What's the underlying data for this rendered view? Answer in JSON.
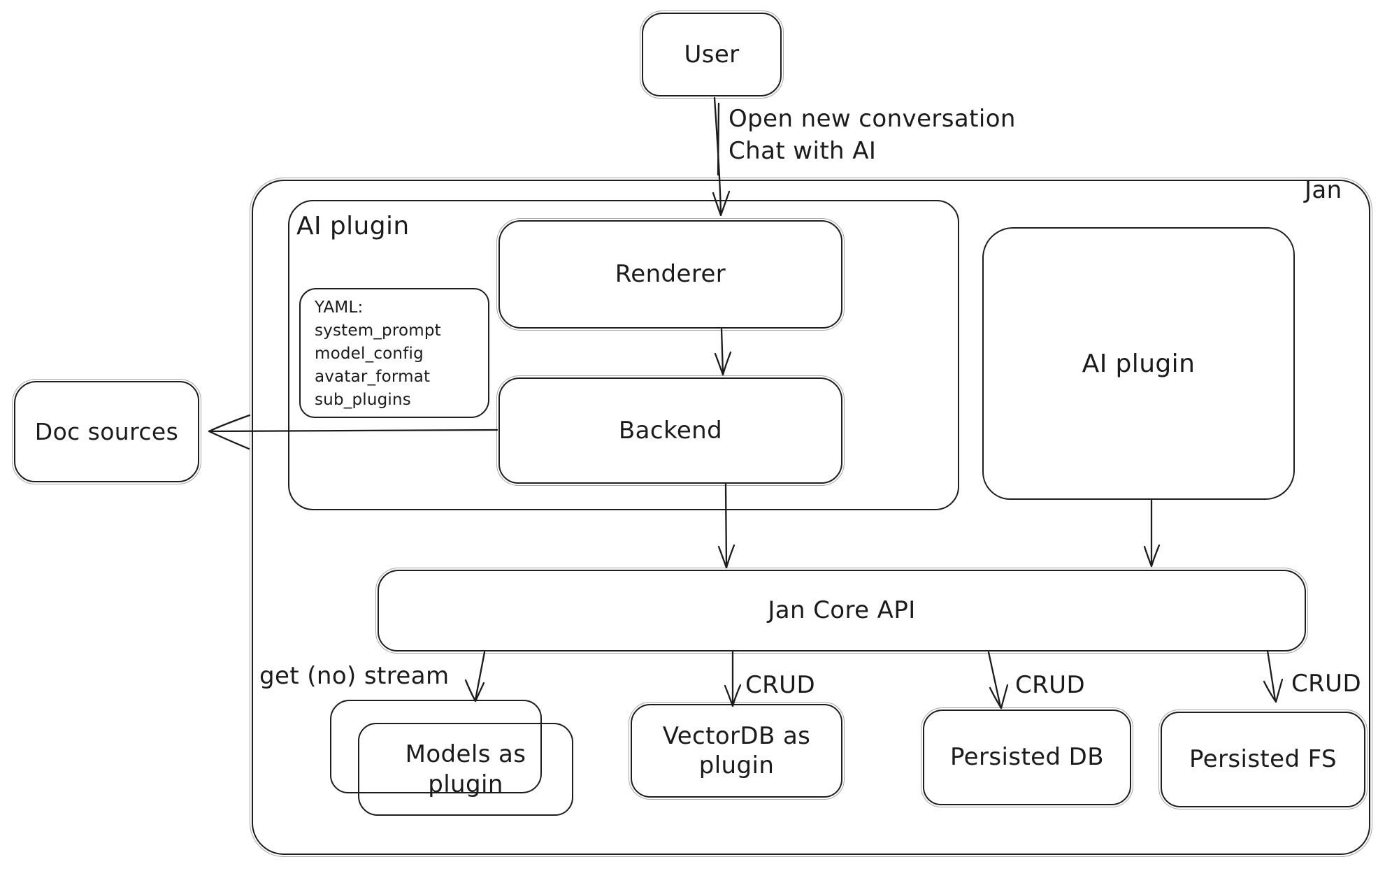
{
  "canvas": {
    "background": "#ffffff",
    "stroke_color": "#1b1b1b"
  },
  "nodes": {
    "user": {
      "label": "User"
    },
    "jan": {
      "label": "Jan"
    },
    "ai_plugin_group": {
      "label": "AI plugin"
    },
    "yaml_note": {
      "lines": [
        "YAML:",
        "system_prompt",
        "model_config",
        "avatar_format",
        "sub_plugins"
      ]
    },
    "renderer": {
      "label": "Renderer"
    },
    "backend": {
      "label": "Backend"
    },
    "ai_plugin": {
      "label": "AI plugin"
    },
    "doc_sources": {
      "label": "Doc sources"
    },
    "jan_core_api": {
      "label": "Jan Core API"
    },
    "models_as_plugin": {
      "label": "Models as plugin"
    },
    "vectordb": {
      "label": "VectorDB as plugin"
    },
    "persisted_db": {
      "label": "Persisted DB"
    },
    "persisted_fs": {
      "label": "Persisted FS"
    }
  },
  "edge_labels": {
    "user_flow_line1": "Open new conversation",
    "user_flow_line2": "Chat with AI",
    "models_edge": "get (no) stream",
    "vectordb_edge": "CRUD",
    "persisted_db_edge": "CRUD",
    "persisted_fs_edge": "CRUD"
  }
}
